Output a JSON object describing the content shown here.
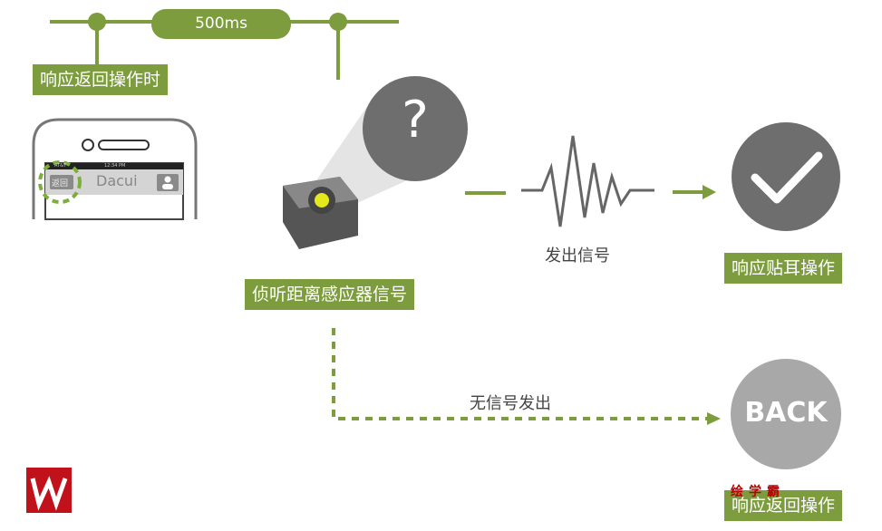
{
  "timeline": {
    "duration": "500ms",
    "label": "响应返回操作时"
  },
  "phone": {
    "carrier": "AT&T",
    "time": "12:34 PM",
    "back": "返回",
    "title": "Dacui"
  },
  "sensor": {
    "label": "侦听距离感应器信号",
    "question": "?"
  },
  "signal": {
    "label": "发出信号"
  },
  "result_ok": {
    "label": "响应贴耳操作"
  },
  "no_signal": {
    "label": "无信号发出"
  },
  "result_back": {
    "button": "BACK",
    "label": "响应返回操作"
  },
  "watermark": {
    "text": "绘学霸"
  },
  "colors": {
    "green": "#7c9c3e",
    "gray": "#6e6e6e"
  }
}
